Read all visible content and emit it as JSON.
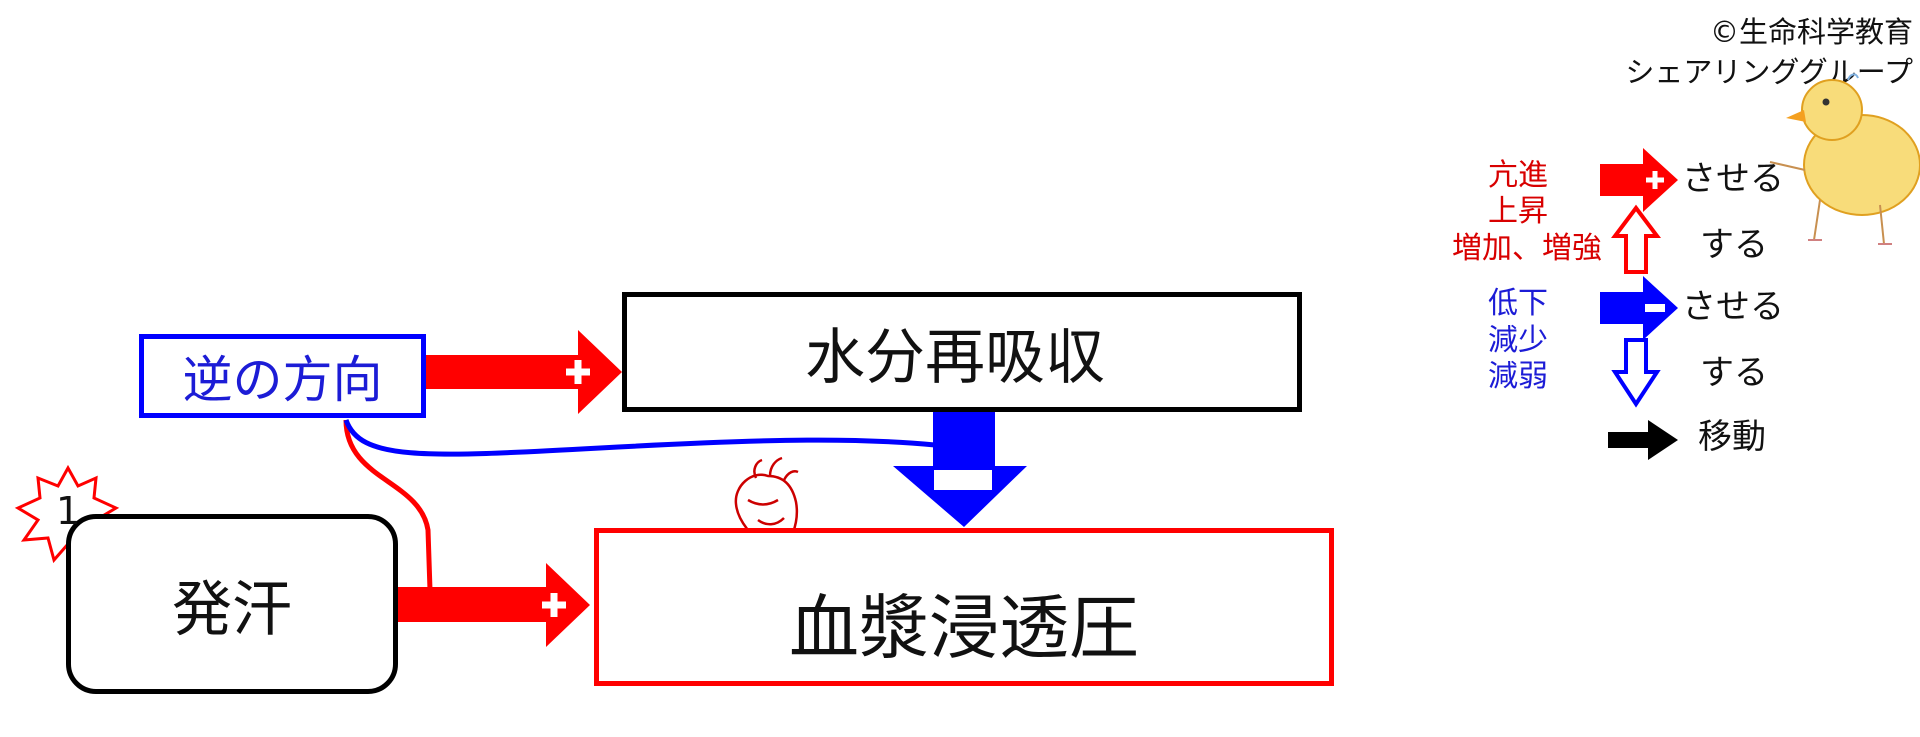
{
  "copyright": {
    "line1": "©生命科学教育",
    "line2": "シェアリンググループ"
  },
  "nodes": {
    "reverse": "逆の方向",
    "reabsorption": "水分再吸収",
    "sweating": "発汗",
    "osmotic_pressure": "血漿浸透圧"
  },
  "badge": "1",
  "legend": {
    "promote_terms": [
      "亢進",
      "上昇",
      "増加、増強"
    ],
    "suppress_terms": [
      "低下",
      "減少",
      "減弱"
    ],
    "promote_arrow_text": "させる",
    "increase_arrow_text": "する",
    "suppress_arrow_text": "させる",
    "decrease_arrow_text": "する",
    "move_text": "移動"
  },
  "colors": {
    "promote": "#ff0000",
    "suppress": "#0000ff",
    "neutral": "#000000",
    "reverse_text": "#1c1cd6",
    "legend_red_text": "#d80000",
    "legend_blue_text": "#1c1cd6"
  },
  "icons": {
    "heart": "heart-icon",
    "duck": "duck-icon",
    "burst": "starburst-icon"
  }
}
